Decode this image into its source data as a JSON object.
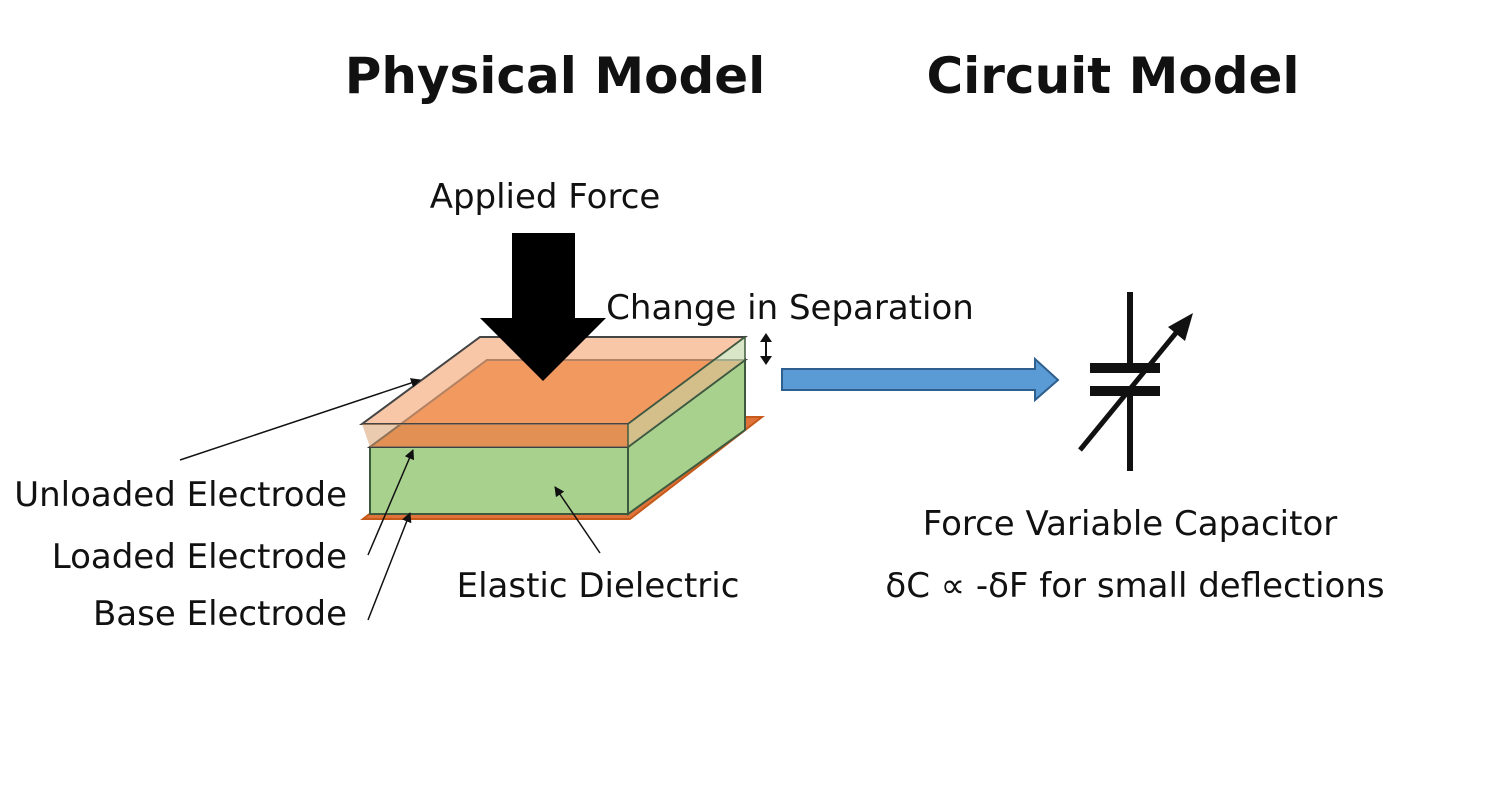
{
  "titles": {
    "physical": "Physical Model",
    "circuit": "Circuit Model"
  },
  "labels": {
    "applied_force": "Applied Force",
    "change_in_separation": "Change in Separation",
    "unloaded_electrode": "Unloaded Electrode",
    "loaded_electrode": "Loaded Electrode",
    "base_electrode": "Base Electrode",
    "elastic_dielectric": "Elastic Dielectric",
    "capacitor_name": "Force Variable Capacitor",
    "relation": "δC ∝ -δF for small deflections"
  },
  "colors": {
    "unloaded_electrode": "#f7c3a4",
    "loaded_electrode": "#ed7d31",
    "dielectric_front": "#a9d18e",
    "dielectric_side": "#a9d18e",
    "base_electrode": "#e0733a",
    "arrow_blue": "#5b9bd5",
    "force_arrow": "#000000"
  }
}
